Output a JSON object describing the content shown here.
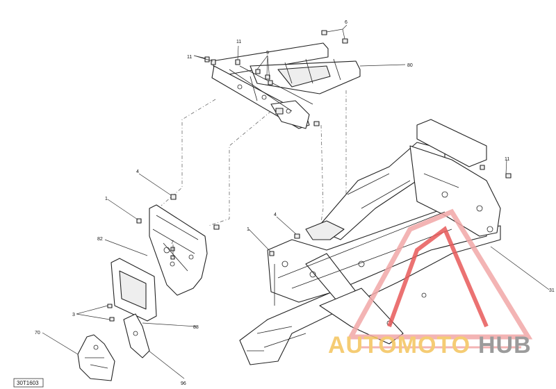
{
  "figure_id": "30T1603",
  "callouts": {
    "c11a": "11",
    "c11b": "11",
    "c6": "6",
    "c9": "9",
    "c80": "80",
    "c4a": "4",
    "c4b": "4",
    "c1a": "1",
    "c1b": "1",
    "c82": "82",
    "c7": "7",
    "c3": "3",
    "c88": "88",
    "c70": "70",
    "c96": "96",
    "c31": "31"
  },
  "watermark": {
    "part1": "AUTOMOTO",
    "part2": "HUB",
    "color_primary": "#f2a8a8",
    "color_accent": "#e85a5a",
    "color_gold": "#f4c45c",
    "color_gray": "#8a8a8a"
  }
}
